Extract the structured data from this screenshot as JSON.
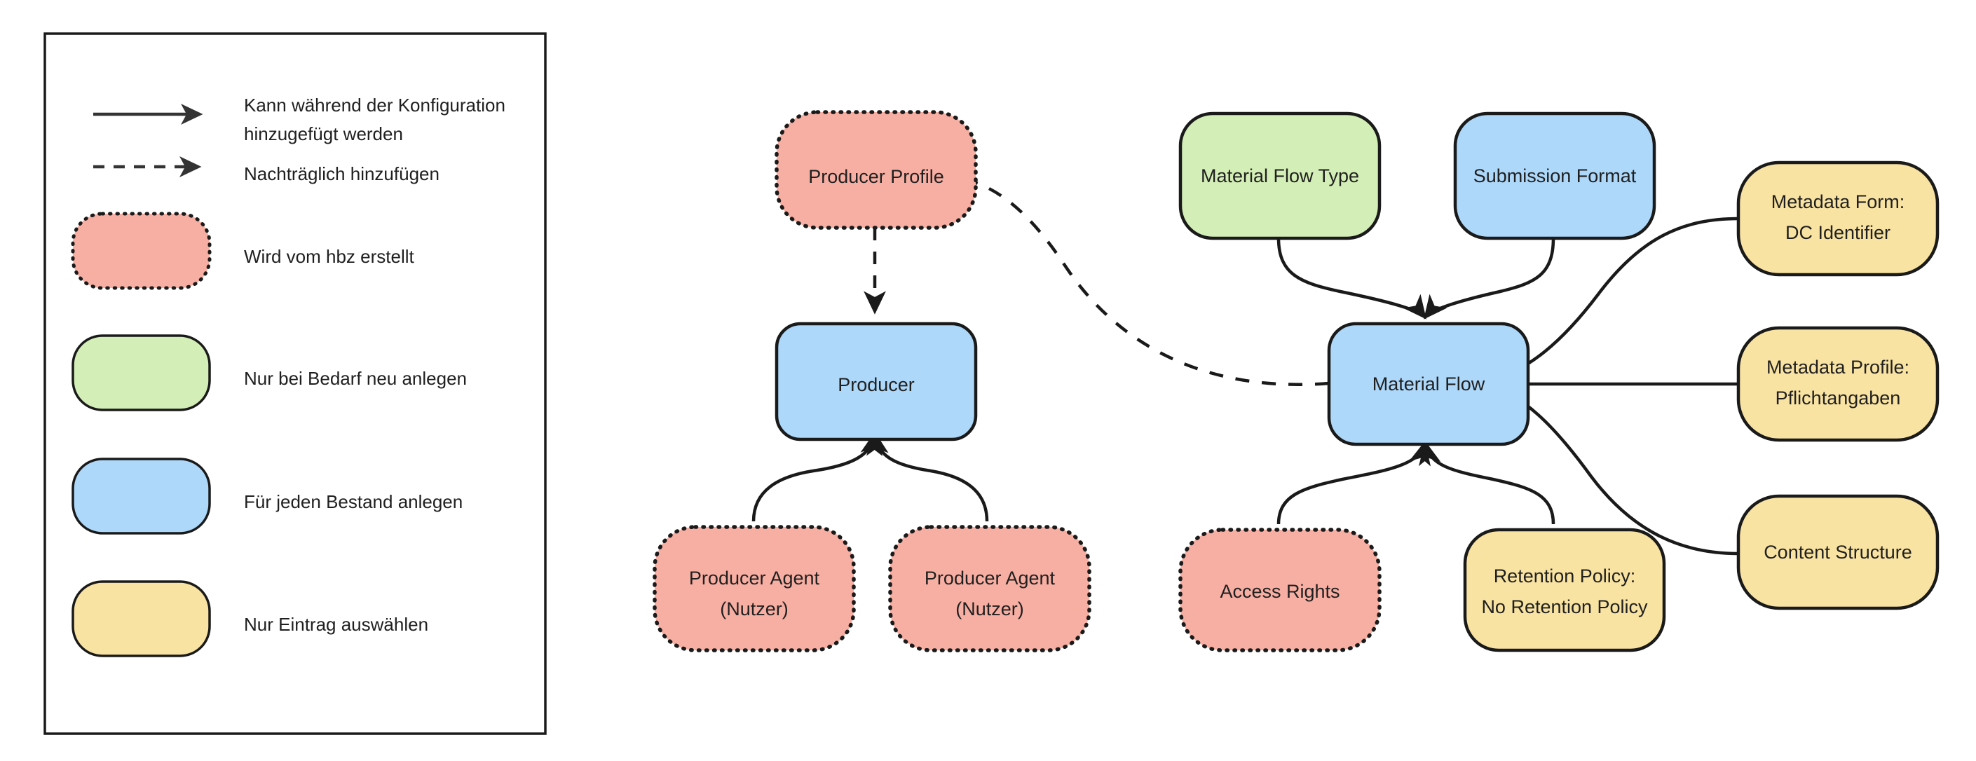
{
  "diagram": {
    "title_present": false,
    "background_color": "#ffffff",
    "stroke_color": "#1a1a1a",
    "text_color": "#1f1f1f",
    "palette": {
      "salmon": "#F8AFA3",
      "green": "#D3EEB6",
      "blue": "#ADD8FA",
      "yellow": "#F9E3A2"
    },
    "legend": {
      "border_color": "#1a1a1a",
      "edges": [
        {
          "id": "legend-edge-solid",
          "style": "solid",
          "label_line1": "Kann während der Konfiguration",
          "label_line2": "hinzugefügt werden"
        },
        {
          "id": "legend-edge-dashed",
          "style": "dashed",
          "label_line1": "Nachträglich hinzufügen",
          "label_line2": ""
        }
      ],
      "shapes": [
        {
          "id": "legend-shape-salmon",
          "fill": "#F8AFA3",
          "border": "dotted",
          "label": "Wird vom hbz erstellt"
        },
        {
          "id": "legend-shape-green",
          "fill": "#D3EEB6",
          "border": "solid",
          "label": "Nur bei Bedarf neu anlegen"
        },
        {
          "id": "legend-shape-blue",
          "fill": "#ADD8FA",
          "border": "solid",
          "label": "Für jeden Bestand anlegen"
        },
        {
          "id": "legend-shape-yellow",
          "fill": "#F9E3A2",
          "border": "solid",
          "label": "Nur Eintrag auswählen"
        }
      ]
    },
    "nodes": [
      {
        "id": "producer-profile",
        "label_line1": "Producer Profile",
        "label_line2": "",
        "fill": "#F8AFA3",
        "border": "dotted"
      },
      {
        "id": "producer",
        "label_line1": "Producer",
        "label_line2": "",
        "fill": "#ADD8FA",
        "border": "solid"
      },
      {
        "id": "producer-agent-1",
        "label_line1": "Producer Agent",
        "label_line2": "(Nutzer)",
        "fill": "#F8AFA3",
        "border": "dotted"
      },
      {
        "id": "producer-agent-2",
        "label_line1": "Producer Agent",
        "label_line2": "(Nutzer)",
        "fill": "#F8AFA3",
        "border": "dotted"
      },
      {
        "id": "material-flow-type",
        "label_line1": "Material Flow Type",
        "label_line2": "",
        "fill": "#D3EEB6",
        "border": "solid"
      },
      {
        "id": "submission-format",
        "label_line1": "Submission Format",
        "label_line2": "",
        "fill": "#ADD8FA",
        "border": "solid"
      },
      {
        "id": "material-flow",
        "label_line1": "Material Flow",
        "label_line2": "",
        "fill": "#ADD8FA",
        "border": "solid"
      },
      {
        "id": "access-rights",
        "label_line1": "Access Rights",
        "label_line2": "",
        "fill": "#F8AFA3",
        "border": "dotted"
      },
      {
        "id": "retention-policy",
        "label_line1": "Retention Policy:",
        "label_line2": "No Retention Policy",
        "fill": "#F9E3A2",
        "border": "solid"
      },
      {
        "id": "metadata-form",
        "label_line1": "Metadata Form:",
        "label_line2": "DC Identifier",
        "fill": "#F9E3A2",
        "border": "solid"
      },
      {
        "id": "metadata-profile",
        "label_line1": "Metadata Profile:",
        "label_line2": "Pflichtangaben",
        "fill": "#F9E3A2",
        "border": "solid"
      },
      {
        "id": "content-structure",
        "label_line1": "Content Structure",
        "label_line2": "",
        "fill": "#F9E3A2",
        "border": "solid"
      }
    ],
    "edges": [
      {
        "id": "edge-producer-profile-to-producer",
        "from": "producer-profile",
        "to": "producer",
        "style": "dashed"
      },
      {
        "id": "edge-material-flow-to-producer-profile",
        "from": "material-flow",
        "to": "producer-profile",
        "style": "dashed"
      },
      {
        "id": "edge-agent1-to-producer",
        "from": "producer-agent-1",
        "to": "producer",
        "style": "solid"
      },
      {
        "id": "edge-agent2-to-producer",
        "from": "producer-agent-2",
        "to": "producer",
        "style": "solid"
      },
      {
        "id": "edge-flow-type-to-material-flow",
        "from": "material-flow-type",
        "to": "material-flow",
        "style": "solid"
      },
      {
        "id": "edge-submission-to-material-flow",
        "from": "submission-format",
        "to": "material-flow",
        "style": "solid"
      },
      {
        "id": "edge-access-rights-to-material-flow",
        "from": "access-rights",
        "to": "material-flow",
        "style": "solid"
      },
      {
        "id": "edge-retention-to-material-flow",
        "from": "retention-policy",
        "to": "material-flow",
        "style": "solid"
      },
      {
        "id": "edge-metadata-form-to-material-flow",
        "from": "metadata-form",
        "to": "material-flow",
        "style": "solid"
      },
      {
        "id": "edge-metadata-profile-to-material-flow",
        "from": "metadata-profile",
        "to": "material-flow",
        "style": "solid"
      },
      {
        "id": "edge-content-structure-to-material-flow",
        "from": "content-structure",
        "to": "material-flow",
        "style": "solid"
      }
    ]
  }
}
